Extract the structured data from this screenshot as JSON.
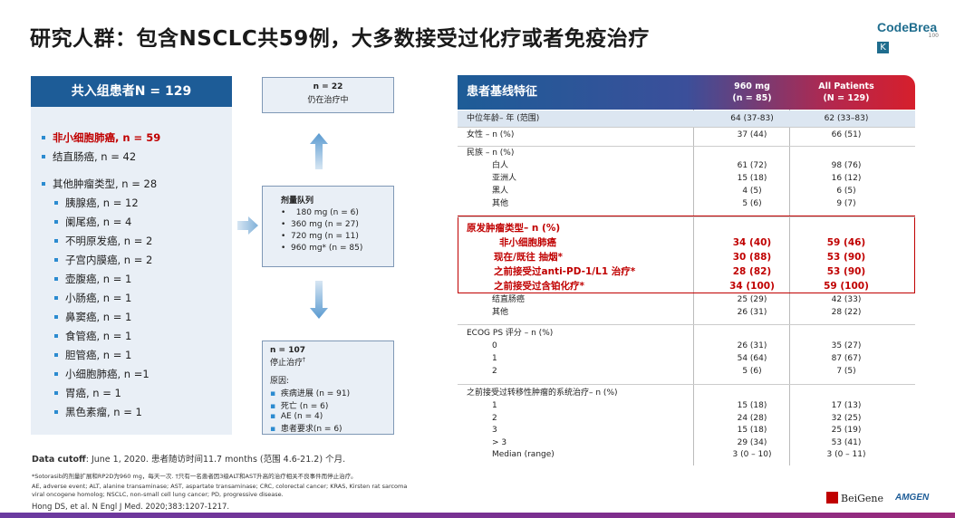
{
  "title": "研究人群：包含NSCLC共59例，大多数接受过化疗或者免疫治疗",
  "logo": {
    "brand": "CodeBrea",
    "box_letter": "K",
    "sub": "100"
  },
  "left": {
    "header": "共入组患者N = 129",
    "items": [
      "非小细胞肺癌, n = 59",
      "结直肠癌, n = 42",
      "其他肿瘤类型, n = 28",
      "胰腺癌, n = 12",
      "阑尾癌, n = 4",
      "不明原发癌, n = 2",
      "子宫内膜癌, n = 2",
      "壶腹癌, n = 1",
      "小肠癌, n = 1",
      "鼻窦癌, n = 1",
      "食管癌, n = 1",
      "胆管癌, n = 1",
      "小细胞肺癌, n =1",
      "胃癌, n = 1",
      "黑色素瘤, n = 1"
    ]
  },
  "flow": {
    "top": {
      "n": "n = 22",
      "label": "仍在治疗中"
    },
    "mid": {
      "title": "剂量队列",
      "items": [
        "180 mg (n = 6)",
        "360 mg (n = 27)",
        "720 mg (n = 11)",
        "960 mg* (n = 85)"
      ]
    },
    "bottom": {
      "n": "n = 107",
      "label": "停止治疗",
      "sup": "†",
      "reason": "原因:",
      "items": [
        "疾病进展 (n = 91)",
        "死亡 (n = 6)",
        "AE (n = 4)",
        "患者要求(n = 6)"
      ]
    }
  },
  "footnotes": {
    "cutoff_bold": "Data cutoff",
    "cutoff_text": ": June 1, 2020.  患者随访时间11.7 months (范围 4.6-21.2) 个月.",
    "note1": "*Sotorasib的剂量扩展和RP2D为960 mg，每天一次. †只有一名患者因3级ALT和AST升高的治疗相关不良事件而停止治疗。",
    "note2": "AE, adverse event; ALT, alanine transaminase; AST, aspartate transaminase; CRC, colorectal cancer; KRAS, Kirsten rat sarcoma",
    "note3": "viral oncogene homolog; NSCLC, non-small cell lung cancer; PD, progressive disease.",
    "ref": "Hong DS, et al. N Engl J Med. 2020;383:1207-1217."
  },
  "table": {
    "header": {
      "title": "患者基线特征",
      "col1": [
        "960 mg",
        "(n = 85)"
      ],
      "col2": [
        "All Patients",
        "(N = 129)"
      ]
    },
    "rows": [
      {
        "label": "中位年龄– 年 (范围)",
        "v1": "64 (37-83)",
        "v2": "62 (33–83)"
      },
      {
        "label": "女性 – n (%)",
        "v1": "37 (44)",
        "v2": "66 (51)"
      },
      {
        "label": "民族 – n (%)",
        "v1": "",
        "v2": ""
      },
      {
        "label": "白人",
        "v1": "61 (72)",
        "v2": "98 (76)"
      },
      {
        "label": "亚洲人",
        "v1": "15 (18)",
        "v2": "16 (12)"
      },
      {
        "label": "黑人",
        "v1": "4 (5)",
        "v2": "6 (5)"
      },
      {
        "label": "其他",
        "v1": "5 (6)",
        "v2": "9 (7)"
      },
      {
        "label": "原发肿瘤类型– n (%)",
        "v1": "",
        "v2": ""
      },
      {
        "label": "非小细胞肺癌",
        "v1": "34 (40)",
        "v2": "59 (46)"
      },
      {
        "label": "现在/既往 抽烟*",
        "v1": "30 (88)",
        "v2": "53 (90)"
      },
      {
        "label": "之前接受过anti-PD-1/L1 治疗*",
        "v1": "28 (82)",
        "v2": "53 (90)"
      },
      {
        "label": "之前接受过含铂化疗*",
        "v1": "34 (100)",
        "v2": "59 (100)"
      },
      {
        "label": "结直肠癌",
        "v1": "25 (29)",
        "v2": "42 (33)"
      },
      {
        "label": "其他",
        "v1": "26 (31)",
        "v2": "28 (22)"
      },
      {
        "label": "ECOG PS 评分 – n (%)",
        "v1": "",
        "v2": ""
      },
      {
        "label": "0",
        "v1": "26 (31)",
        "v2": "35 (27)"
      },
      {
        "label": "1",
        "v1": "54 (64)",
        "v2": "87 (67)"
      },
      {
        "label": "2",
        "v1": "5 (6)",
        "v2": "7 (5)"
      },
      {
        "label": "之前接受过转移性肿瘤的系统治疗– n (%)",
        "v1": "",
        "v2": ""
      },
      {
        "label": "1",
        "v1": "15 (18)",
        "v2": "17 (13)"
      },
      {
        "label": "2",
        "v1": "24 (28)",
        "v2": "32 (25)"
      },
      {
        "label": "3",
        "v1": "15 (18)",
        "v2": "25 (19)"
      },
      {
        "label": "> 3",
        "v1": "29 (34)",
        "v2": "53 (41)"
      },
      {
        "label": "Median (range)",
        "v1": "3 (0 – 10)",
        "v2": "3 (0 – 11)"
      }
    ]
  },
  "sponsors": {
    "beigene": "BeiGene",
    "amgen": "AMGEN"
  }
}
